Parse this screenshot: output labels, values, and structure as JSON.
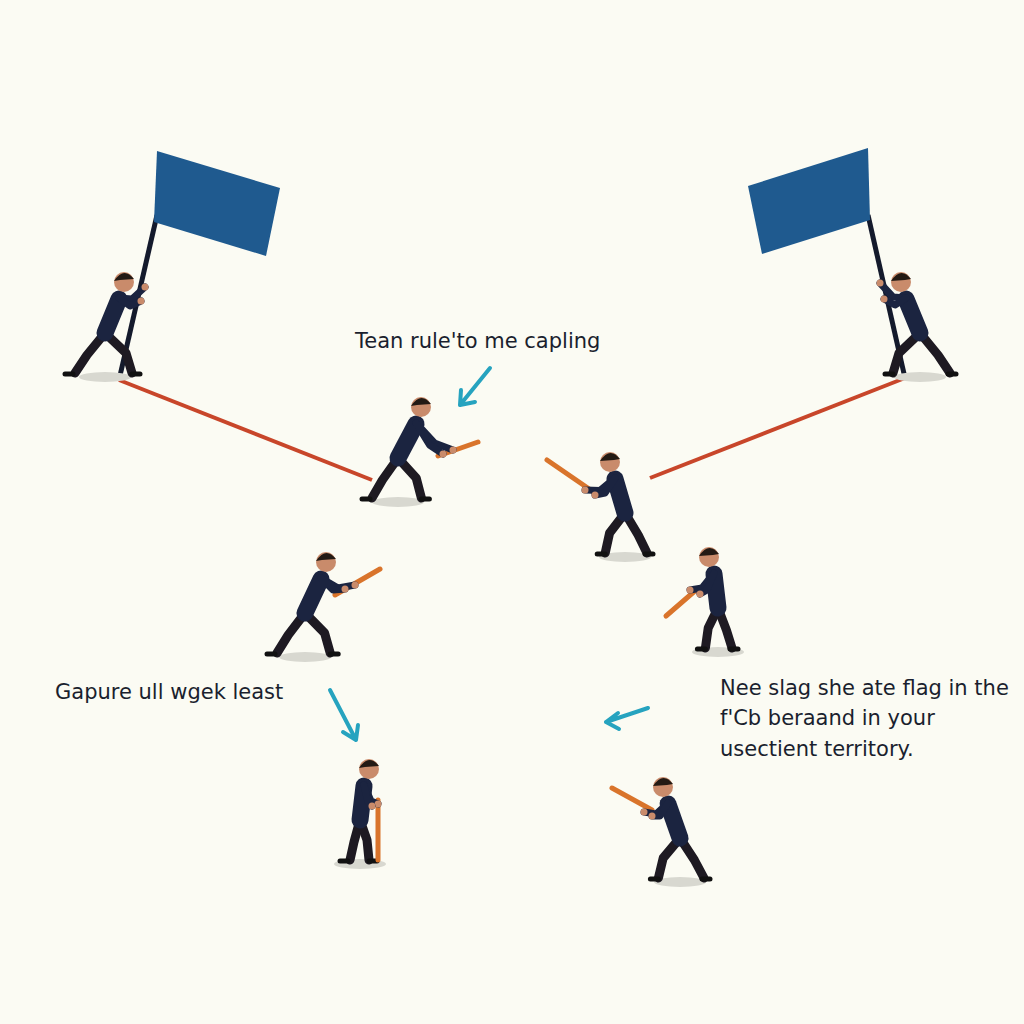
{
  "diagram": {
    "labels": [
      "Tean rule'to me capling",
      "Gapure ull wgek least",
      "Nee slag she ate flag in the f'Cb beraand in your usectient territory."
    ]
  }
}
